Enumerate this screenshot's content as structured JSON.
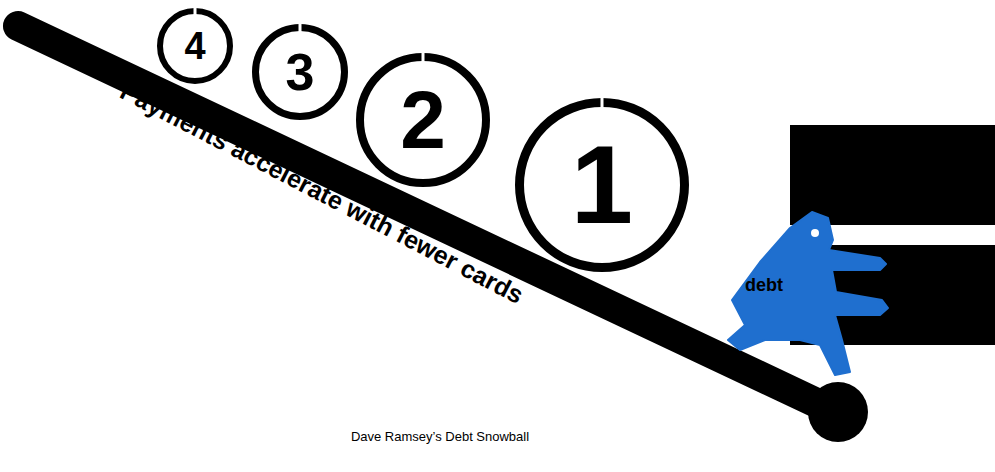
{
  "diagram": {
    "caption": "Dave Ramsey’s Debt Snowball",
    "nodes": [
      {
        "text": [
          "4"
        ]
      },
      {
        "text": [
          "3"
        ]
      },
      {
        "text": [
          "2"
        ]
      },
      {
        "text": [
          "1"
        ]
      },
      {
        "text": [
          "debt"
        ]
      }
    ],
    "labels": [
      "Payments accelerate with fewer cards"
    ]
  }
}
